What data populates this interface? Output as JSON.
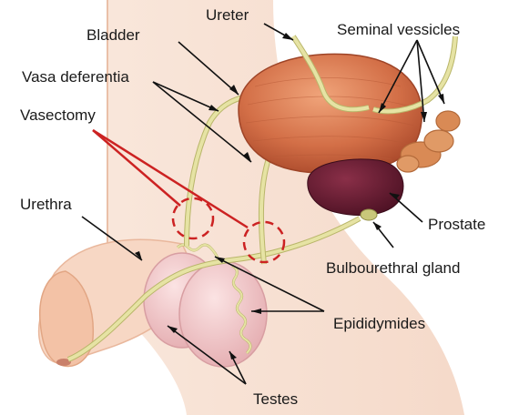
{
  "labels": {
    "ureter": "Ureter",
    "bladder": "Bladder",
    "seminal_vesicles": "Seminal vessicles",
    "vasa_deferentia": "Vasa deferentia",
    "vasectomy": "Vasectomy",
    "urethra": "Urethra",
    "prostate": "Prostate",
    "bulbourethral_gland": "Bulbourethral gland",
    "epididymides": "Epididymides",
    "testes": "Testes"
  },
  "colors": {
    "skin": "#f6dccd",
    "skin_edge": "#e9b79c",
    "bladder": "#d36f47",
    "prostate": "#5e1a2e",
    "seminal_vesicles": "#d98a55",
    "tubes": "#e6e3a4",
    "testes": "#f0c6c8",
    "vasectomy_marker": "#cc2222",
    "leader_lines": "#111111"
  }
}
